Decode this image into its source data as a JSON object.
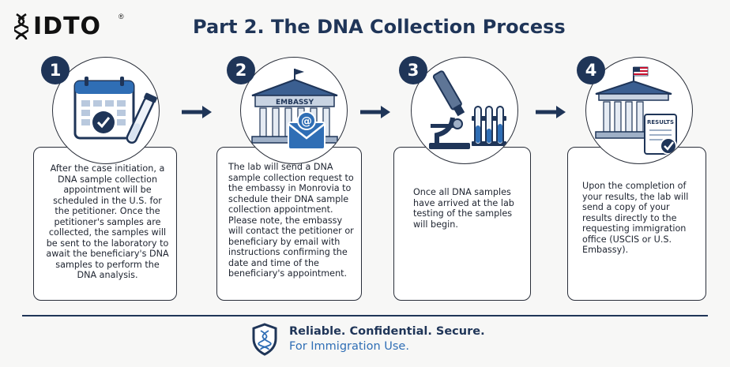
{
  "brand": {
    "name": "IDTO",
    "reg_mark": "®"
  },
  "title": "Part 2. The DNA Collection Process",
  "steps": [
    {
      "number": "1",
      "icon": "calendar-check-icon",
      "text": "After the case initiation, a DNA sample collection appointment will be scheduled in the U.S. for the petitioner. Once the petitioner's samples are collected, the samples will be sent to the laboratory to await the beneficiary's DNA samples to perform the DNA analysis."
    },
    {
      "number": "2",
      "icon": "embassy-email-icon",
      "building_label": "EMBASSY",
      "text": "The lab will send a DNA sample collection request to the embassy in Monrovia to schedule their DNA sample collection appointment. Please note, the embassy will contact the petitioner or beneficiary by email with instructions confirming the date and time of the beneficiary's appointment."
    },
    {
      "number": "3",
      "icon": "microscope-test-tubes-icon",
      "text": "Once all DNA samples have arrived at the lab testing of the samples will begin."
    },
    {
      "number": "4",
      "icon": "government-results-icon",
      "document_label": "RESULTS",
      "text": "Upon the completion of your results, the lab will send a copy of your results directly to the requesting immigration office (USCIS or U.S. Embassy)."
    }
  ],
  "footer": {
    "line1": "Reliable. Confidential. Secure.",
    "line2": "For Immigration Use.",
    "icon": "dna-shield-icon"
  },
  "colors": {
    "navy": "#1f3558",
    "accent_blue": "#2f6eb5",
    "text": "#1e2430",
    "border": "#2a2f3a",
    "background": "#f7f7f6"
  }
}
